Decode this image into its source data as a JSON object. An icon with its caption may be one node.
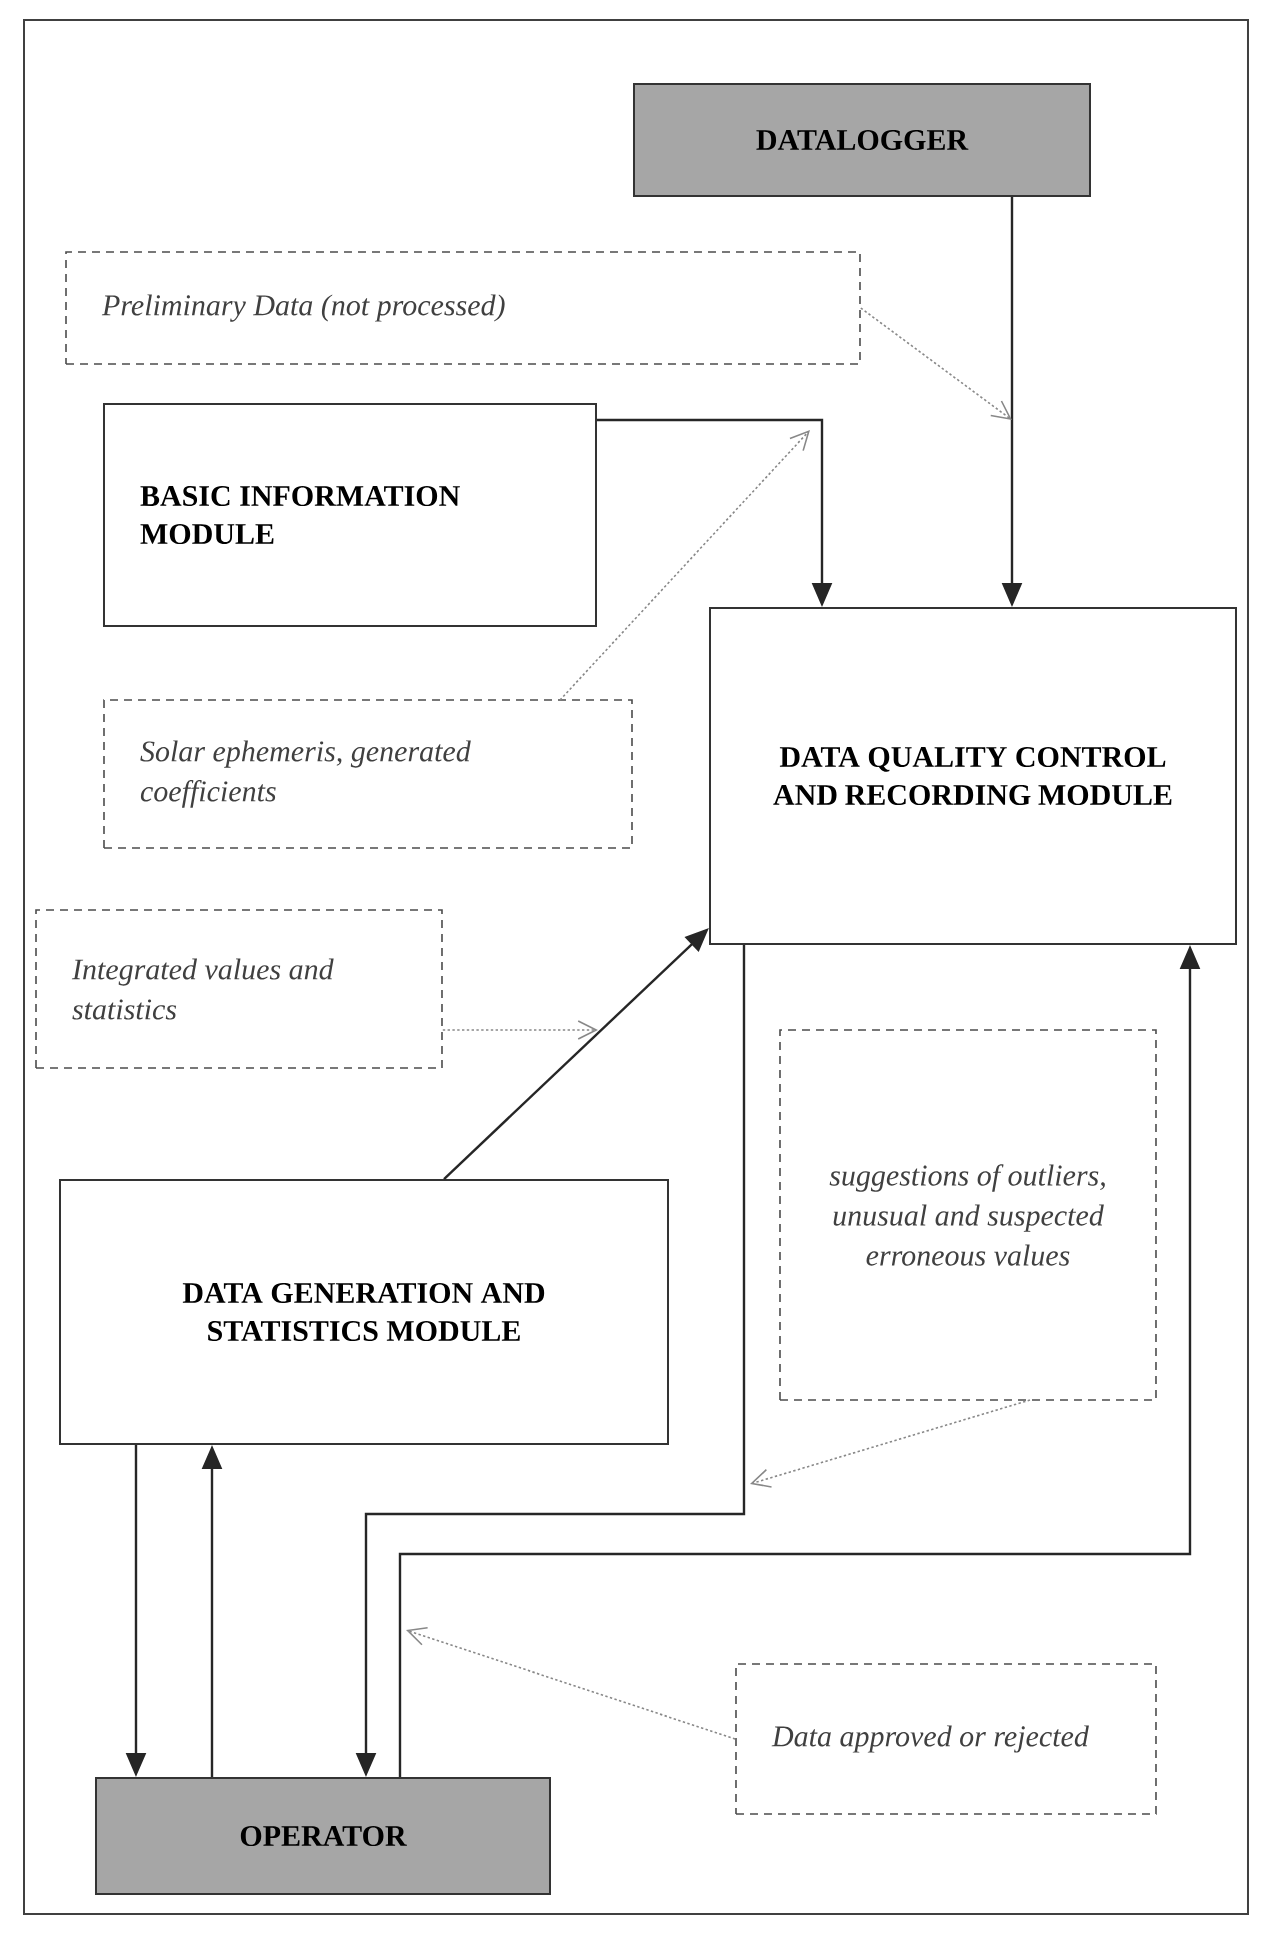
{
  "diagram": {
    "nodes": [
      {
        "text": [
          "DATALOGGER"
        ]
      },
      {
        "text": [
          "Preliminary Data (not processed)"
        ]
      },
      {
        "text": [
          "BASIC INFORMATION MODULE"
        ]
      },
      {
        "text": [
          "DATA QUALITY CONTROL AND RECORDING MODULE"
        ]
      },
      {
        "text": [
          "Solar ephemeris, generated coefficients"
        ]
      },
      {
        "text": [
          "Integrated values and statistics"
        ]
      },
      {
        "text": [
          "suggestions of outliers, unusual and suspected erroneous values"
        ]
      },
      {
        "text": [
          "DATA GENERATION AND STATISTICS MODULE"
        ]
      },
      {
        "text": [
          "Data approved or rejected"
        ]
      },
      {
        "text": [
          "OPERATOR"
        ]
      }
    ],
    "edges": [
      {
        "from": 0,
        "to": 3,
        "arrow": "to"
      },
      {
        "from": 2,
        "to": 3,
        "arrow": "to"
      },
      {
        "from": 7,
        "to": 3,
        "arrow": "to"
      },
      {
        "from": 3,
        "to": 9,
        "arrow": "to"
      },
      {
        "from": 9,
        "to": 3,
        "arrow": "to"
      },
      {
        "from": 7,
        "to": 9,
        "arrow": "to"
      },
      {
        "from": 9,
        "to": 7,
        "arrow": "to"
      },
      {
        "from": 1,
        "to": null,
        "arrow": "to",
        "style": "dashed",
        "color": "#888888"
      },
      {
        "from": 4,
        "to": null,
        "arrow": "to",
        "style": "dashed",
        "color": "#888888"
      },
      {
        "from": 5,
        "to": null,
        "arrow": "to",
        "style": "dashed",
        "color": "#888888"
      },
      {
        "from": 6,
        "to": null,
        "arrow": "to",
        "style": "dashed",
        "color": "#888888"
      },
      {
        "from": 8,
        "to": null,
        "arrow": "to",
        "style": "dashed",
        "color": "#888888"
      }
    ]
  }
}
